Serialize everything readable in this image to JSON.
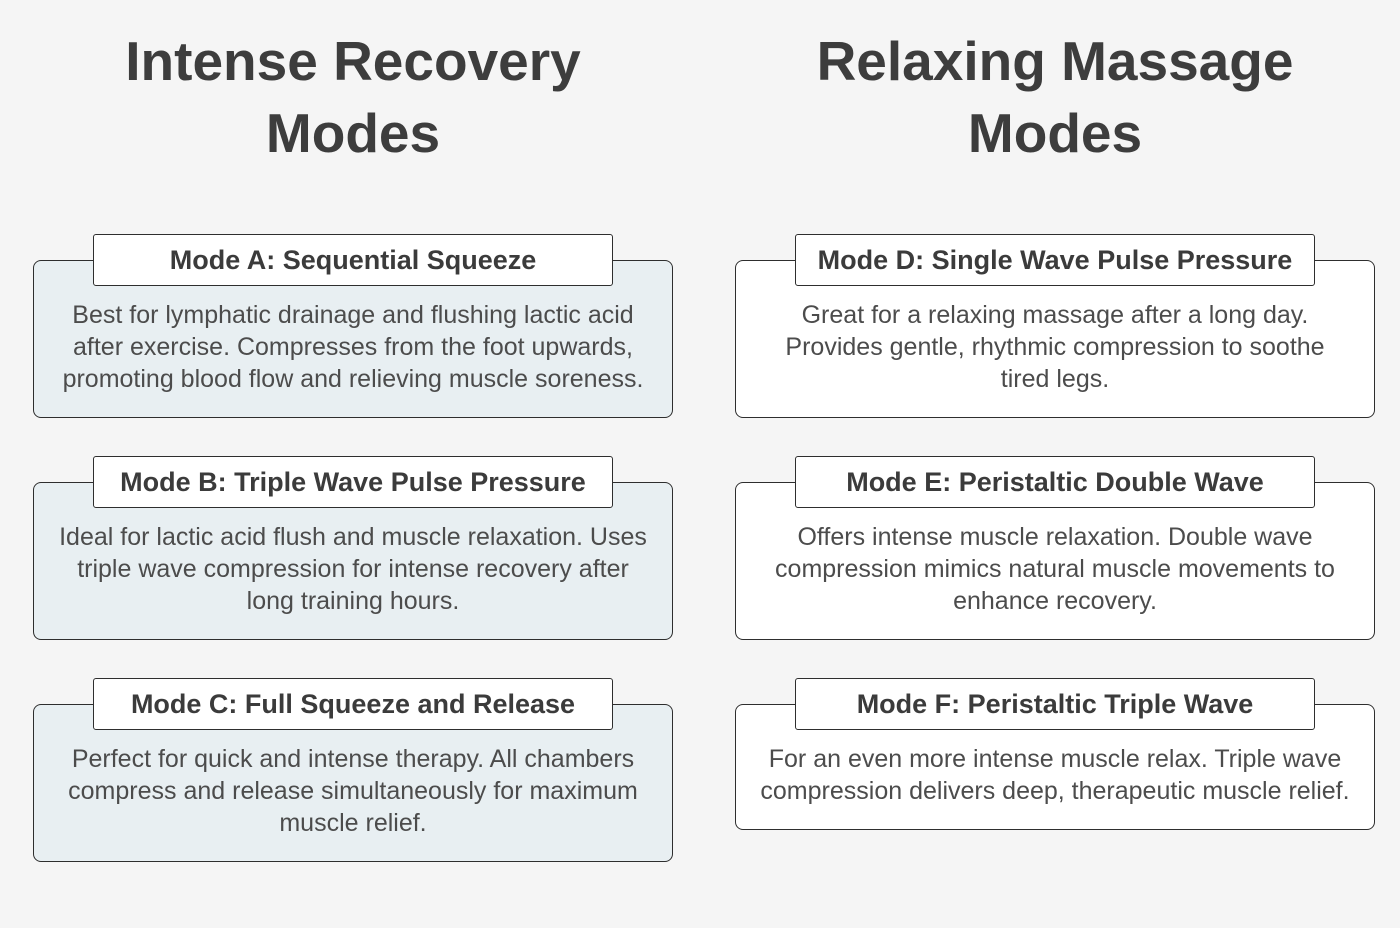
{
  "page": {
    "background": "#f5f5f5",
    "border_color": "#2e2e2e",
    "heading_color": "#3d3d3d",
    "body_text_color": "#4c4c4c"
  },
  "columns": [
    {
      "title": "Intense Recovery Modes",
      "card_bg": "#e8eff2",
      "cards": [
        {
          "title": "Mode A: Sequential Squeeze",
          "description": "Best for lymphatic drainage and flushing lactic acid after exercise. Compresses from the foot upwards, promoting blood flow and relieving muscle soreness."
        },
        {
          "title": "Mode B: Triple Wave Pulse Pressure",
          "description": "Ideal for lactic acid flush and muscle relaxation. Uses triple wave compression for intense recovery after long training hours."
        },
        {
          "title": "Mode C: Full Squeeze and Release",
          "description": "Perfect for quick and intense therapy. All chambers compress and release simultaneously for maximum muscle relief."
        }
      ]
    },
    {
      "title": "Relaxing Massage Modes",
      "card_bg": "#ffffff",
      "cards": [
        {
          "title": "Mode D: Single Wave Pulse Pressure",
          "description": "Great for a relaxing massage after a long day. Provides gentle, rhythmic compression to soothe tired legs."
        },
        {
          "title": "Mode E: Peristaltic Double Wave",
          "description": "Offers intense muscle relaxation. Double wave compression mimics natural muscle movements to enhance recovery."
        },
        {
          "title": "Mode F: Peristaltic Triple Wave",
          "description": "For an even more intense muscle relax. Triple wave compression delivers deep, therapeutic muscle relief."
        }
      ]
    }
  ]
}
